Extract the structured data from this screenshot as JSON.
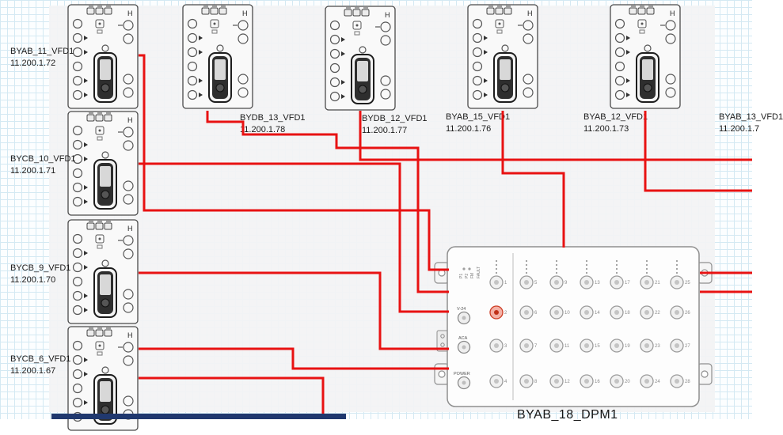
{
  "theme": {
    "canvas_bg": "#fcfeff",
    "grid_line": "#d4e9f3",
    "page_bg": "#f3f3f4",
    "cable": "#e81212",
    "taskbar": "#20386e",
    "active_port_color": "#cc3b22"
  },
  "devices": [
    {
      "name": "BYAB_11_VFD1",
      "ip": "11.200.1.72"
    },
    {
      "name": "BYDB_13_VFD1",
      "ip": "11.200.1.78"
    },
    {
      "name": "BYDB_12_VFD1",
      "ip": "11.200.1.77"
    },
    {
      "name": "BYAB_15_VFD1",
      "ip": "11.200.1.76"
    },
    {
      "name": "BYAB_12_VFD1",
      "ip": "11.200.1.73"
    },
    {
      "name": "BYAB_13_VFD1",
      "ip": "11.200.1.7"
    },
    {
      "name": "BYCB_10_VFD1",
      "ip": "11.200.1.71"
    },
    {
      "name": "BYCB_9_VFD1",
      "ip": "11.200.1.70"
    },
    {
      "name": "BYCB_6_VFD1",
      "ip": "11.200.1.67"
    }
  ],
  "dpm": {
    "name": "BYAB_18_DPM1",
    "panel_labels": {
      "p1": "P1",
      "p2": "P2",
      "fm": "FM",
      "fault": "FAULT",
      "v24": "V-24",
      "aca": "ACA",
      "power": "POWER"
    },
    "left_ports": [
      "1",
      "2",
      "3",
      "4"
    ],
    "active_port": "2",
    "grid_ports": [
      "5",
      "6",
      "7",
      "8",
      "9",
      "10",
      "11",
      "12",
      "13",
      "14",
      "15",
      "16",
      "17",
      "18",
      "19",
      "20",
      "21",
      "22",
      "23",
      "24",
      "25",
      "26",
      "27",
      "28"
    ]
  }
}
